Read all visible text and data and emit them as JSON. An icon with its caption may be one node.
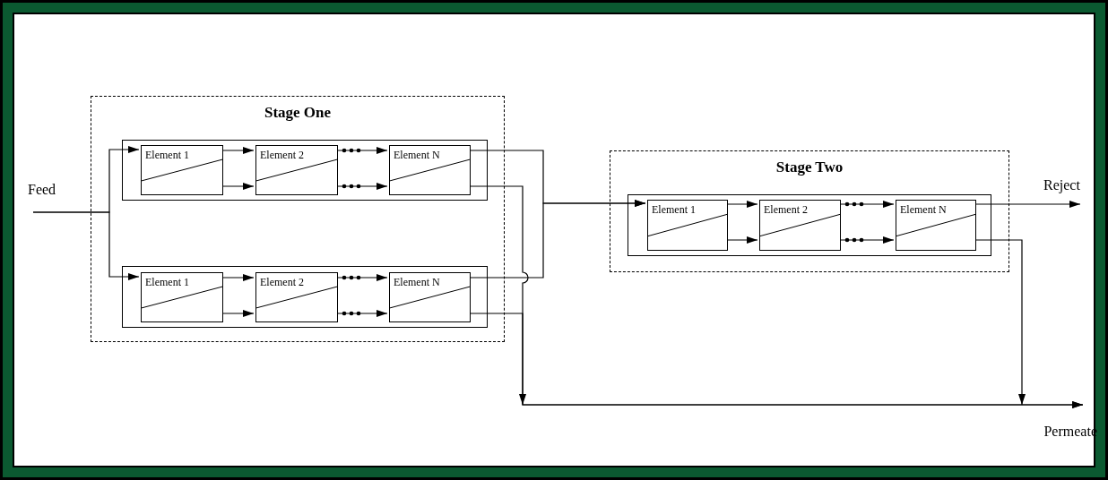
{
  "diagram": {
    "nodes": [
      {
        "text": [
          "Stage One"
        ]
      },
      {
        "text": [],
        "shape": "box",
        "in": 0
      },
      {
        "text": [
          "Element 1"
        ],
        "in": 1
      },
      {
        "text": [
          "Element 2"
        ],
        "in": 1
      },
      {
        "text": [
          "Element N"
        ],
        "in": 1
      },
      {
        "text": [],
        "shape": "box",
        "in": 0
      },
      {
        "text": [
          "Element 1"
        ],
        "in": 5
      },
      {
        "text": [
          "Element 2"
        ],
        "in": 5
      },
      {
        "text": [
          "Element N"
        ],
        "in": 5
      },
      {
        "text": [
          "Stage Two"
        ]
      },
      {
        "text": [],
        "shape": "box",
        "in": 9
      },
      {
        "text": [
          "Element 1"
        ],
        "in": 10
      },
      {
        "text": [
          "Element 2"
        ],
        "in": 10
      },
      {
        "text": [
          "Element N"
        ],
        "in": 10
      },
      {
        "text": [
          "Feed"
        ]
      },
      {
        "text": [
          "Reject"
        ]
      },
      {
        "text": [
          "Permeate"
        ]
      }
    ],
    "edges": [
      {
        "from": 14,
        "to": 2,
        "arrow": "to"
      },
      {
        "from": 14,
        "to": 6,
        "arrow": "to"
      },
      {
        "from": 2,
        "to": 3,
        "arrow": "to"
      },
      {
        "from": 2,
        "to": 3,
        "arrow": "to"
      },
      {
        "from": 3,
        "to": 4,
        "arrow": "to"
      },
      {
        "from": 3,
        "to": 4,
        "arrow": "to"
      },
      {
        "from": 6,
        "to": 7,
        "arrow": "to"
      },
      {
        "from": 6,
        "to": 7,
        "arrow": "to"
      },
      {
        "from": 7,
        "to": 8,
        "arrow": "to"
      },
      {
        "from": 7,
        "to": 8,
        "arrow": "to"
      },
      {
        "from": 4,
        "to": 11,
        "arrow": "to"
      },
      {
        "from": 8,
        "to": 11,
        "arrow": "to"
      },
      {
        "from": 4,
        "to": 16,
        "arrow": "to"
      },
      {
        "from": 8,
        "to": 16,
        "arrow": "to"
      },
      {
        "from": 11,
        "to": 12,
        "arrow": "to"
      },
      {
        "from": 11,
        "to": 12,
        "arrow": "to"
      },
      {
        "from": 12,
        "to": 13,
        "arrow": "to"
      },
      {
        "from": 12,
        "to": 13,
        "arrow": "to"
      },
      {
        "from": 13,
        "to": 15,
        "arrow": "to"
      },
      {
        "from": 13,
        "to": 16,
        "arrow": "to"
      }
    ]
  }
}
